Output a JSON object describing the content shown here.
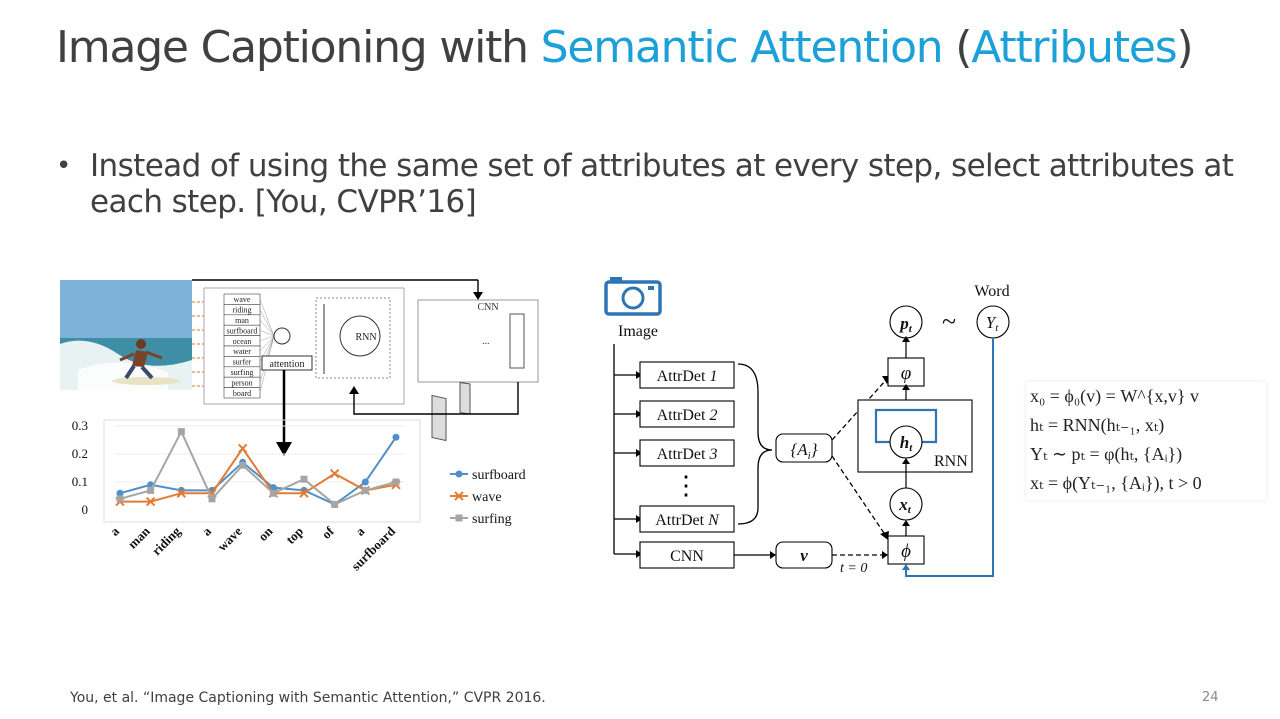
{
  "slide": {
    "title_part1": "Image Captioning with ",
    "title_part2": "Semantic Attention",
    "title_part3": " (",
    "title_part4": "Attributes",
    "title_part5": ")",
    "bullet_marker": "•",
    "bullet_text": "Instead of using the same set of attributes at every step, select attributes at each step. [You, CVPR’16]",
    "footer": "You, et al. “Image Captioning with Semantic Attention,” CVPR 2016.",
    "page_number": "24"
  },
  "left_diagram": {
    "attribute_words": [
      "wave",
      "riding",
      "man",
      "surfboard",
      "ocean",
      "water",
      "surfer",
      "surfing",
      "person",
      "board"
    ],
    "attention_label": "attention",
    "rnn_label": "RNN",
    "cnn_label": "CNN",
    "ellipsis": "..."
  },
  "chart_data": {
    "type": "line",
    "categories": [
      "a",
      "man",
      "riding",
      "a",
      "wave",
      "on",
      "top",
      "of",
      "a",
      "surfboard"
    ],
    "series": [
      {
        "name": "surfboard",
        "color": "#4f8fcb",
        "marker": "circle",
        "values": [
          0.06,
          0.09,
          0.07,
          0.07,
          0.17,
          0.08,
          0.07,
          0.02,
          0.1,
          0.26
        ]
      },
      {
        "name": "wave",
        "color": "#e27c34",
        "marker": "x",
        "values": [
          0.03,
          0.03,
          0.06,
          0.06,
          0.22,
          0.06,
          0.06,
          0.13,
          0.07,
          0.09
        ]
      },
      {
        "name": "surfing",
        "color": "#a5a5a5",
        "marker": "square",
        "values": [
          0.04,
          0.07,
          0.28,
          0.04,
          0.16,
          0.06,
          0.11,
          0.02,
          0.07,
          0.1
        ]
      }
    ],
    "yticks": [
      "0",
      "0.1",
      "0.2",
      "0.3"
    ],
    "ylim": [
      0,
      0.3
    ]
  },
  "right_diagram": {
    "image_label": "Image",
    "attr_dets": [
      "AttrDet ",
      "AttrDet ",
      "AttrDet ",
      "AttrDet "
    ],
    "attr_det_suffixes": [
      "1",
      "2",
      "3",
      "N"
    ],
    "vdots": "⋮",
    "cnn_label": "CNN",
    "v_label": "v",
    "t0_label": "t = 0",
    "attr_set_label": "{A",
    "attr_set_sub": "i",
    "attr_set_close": "}",
    "word_label": "Word",
    "y_label": "Y",
    "y_sub": "t",
    "p_label": "p",
    "p_sub": "t",
    "tilde": "~",
    "varphi": "φ",
    "h_label": "h",
    "h_sub": "t",
    "rnn_label": "RNN",
    "x_label": "x",
    "x_sub": "t",
    "phi": "ϕ"
  },
  "equations": {
    "line1": "x₀ = ϕ₀(v) = W^{x,v} v",
    "line2": "hₜ = RNN(hₜ₋₁, xₜ)",
    "line3": "Yₜ ∼ pₜ = φ(hₜ, {Aᵢ})",
    "line4": "xₜ = ϕ(Yₜ₋₁, {Aᵢ}),   t > 0"
  }
}
